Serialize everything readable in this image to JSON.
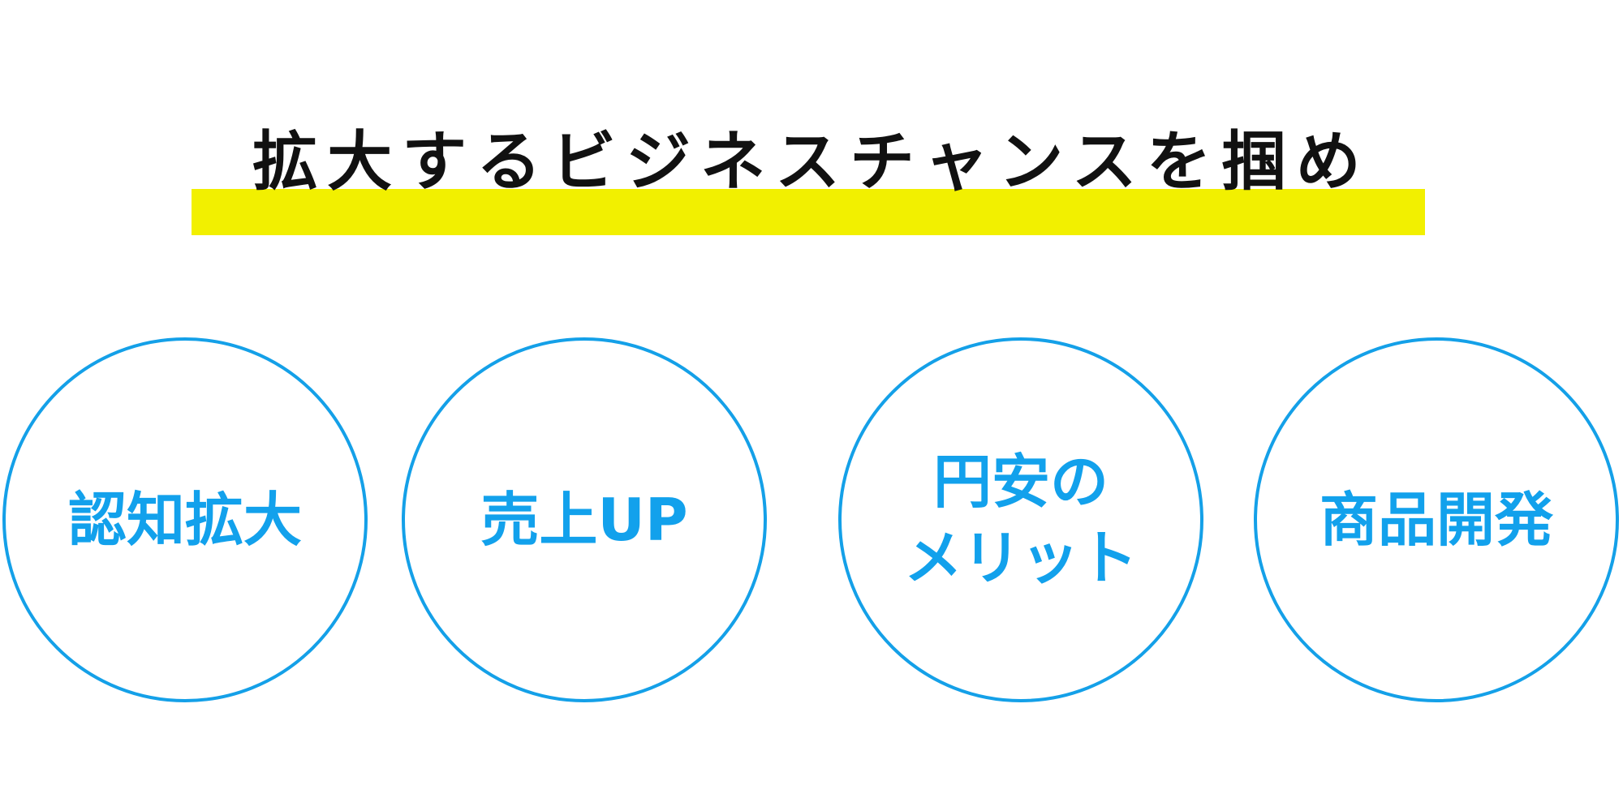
{
  "heading": "拡大するビジネスチャンスを掴め",
  "colors": {
    "accent": "#12a1ec",
    "highlight": "#f2f000",
    "text": "#111111"
  },
  "benefits": [
    {
      "label": "認知拡大"
    },
    {
      "label": "売上UP"
    },
    {
      "label": "円安の\nメリット"
    },
    {
      "label": "商品開発"
    }
  ]
}
